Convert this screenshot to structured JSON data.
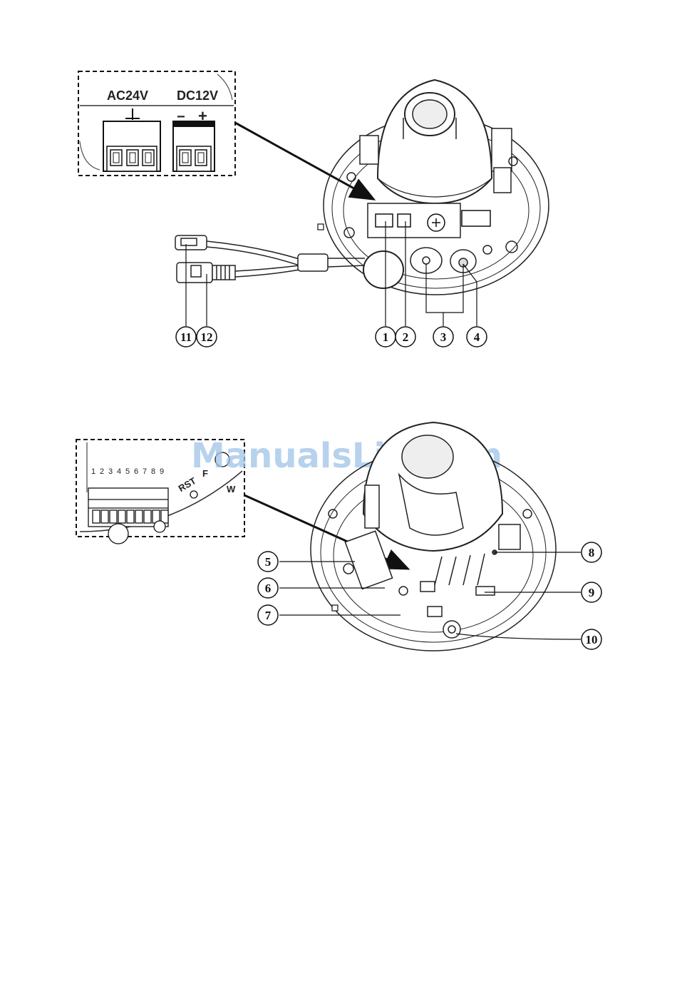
{
  "figure1": {
    "inset_labels": {
      "ac": "AC24V",
      "dc": "DC12V",
      "minus": "−",
      "plus": "+"
    },
    "callouts": [
      "1",
      "2",
      "3",
      "4",
      "11",
      "12"
    ]
  },
  "figure2": {
    "inset_pins": [
      "1",
      "2",
      "3",
      "4",
      "5",
      "6",
      "7",
      "8",
      "9"
    ],
    "inset_labels": {
      "rst": "RST",
      "f": "F",
      "w": "W"
    },
    "callouts": [
      "5",
      "6",
      "7",
      "8",
      "9",
      "10"
    ]
  },
  "watermark": "ManualsLib.com",
  "colors": {
    "line": "#1a1a1a",
    "watermark": "#9ec3e8"
  }
}
